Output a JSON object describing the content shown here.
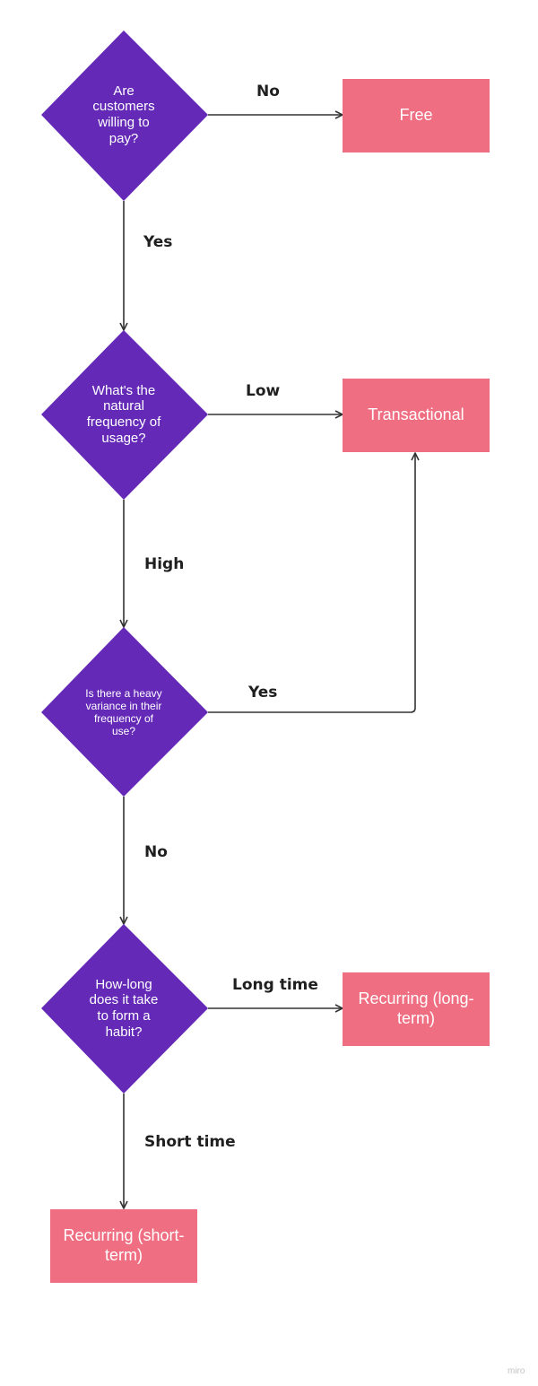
{
  "colors": {
    "decision_fill": "#6429b7",
    "outcome_fill": "#f06e82",
    "connector": "#333333"
  },
  "decisions": {
    "pay": "Are customers willing to pay?",
    "frequency": "What's the natural frequency of usage?",
    "variance": "Is there a heavy variance in their frequency of use?",
    "habit": "How-long does it take to form a habit?"
  },
  "outcomes": {
    "free": "Free",
    "transactional": "Transactional",
    "recurring_long": "Recurring (long-term)",
    "recurring_short": "Recurring (short-term)"
  },
  "edge_labels": {
    "pay_no": "No",
    "pay_yes": "Yes",
    "frequency_low": "Low",
    "frequency_high": "High",
    "variance_yes": "Yes",
    "variance_no": "No",
    "habit_long": "Long time",
    "habit_short": "Short time"
  },
  "watermark": "miro"
}
